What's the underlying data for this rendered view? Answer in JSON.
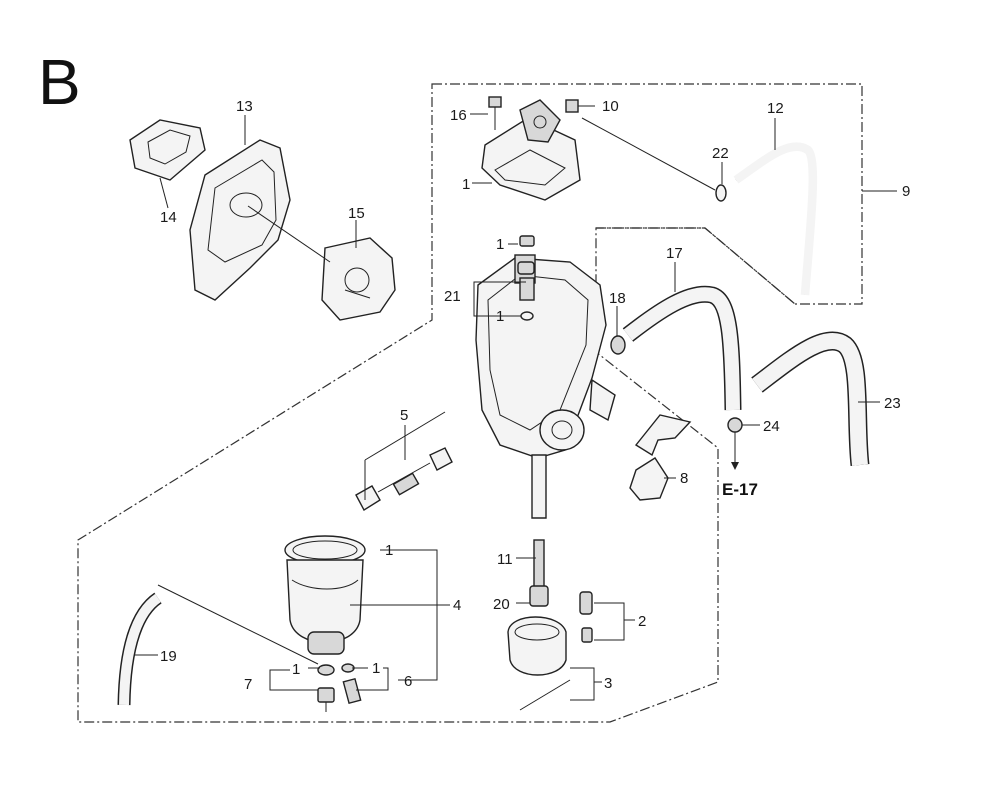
{
  "section_letter": "B",
  "reference": "E-17",
  "callouts": {
    "n1": "1",
    "n2": "2",
    "n3": "3",
    "n4": "4",
    "n5": "5",
    "n6": "6",
    "n7": "7",
    "n8": "8",
    "n9": "9",
    "n10": "10",
    "n11": "11",
    "n12": "12",
    "n13": "13",
    "n14": "14",
    "n15": "15",
    "n16": "16",
    "n17": "17",
    "n18": "18",
    "n19": "19",
    "n20": "20",
    "n21": "21",
    "n22": "22",
    "n23": "23",
    "n24": "24"
  }
}
